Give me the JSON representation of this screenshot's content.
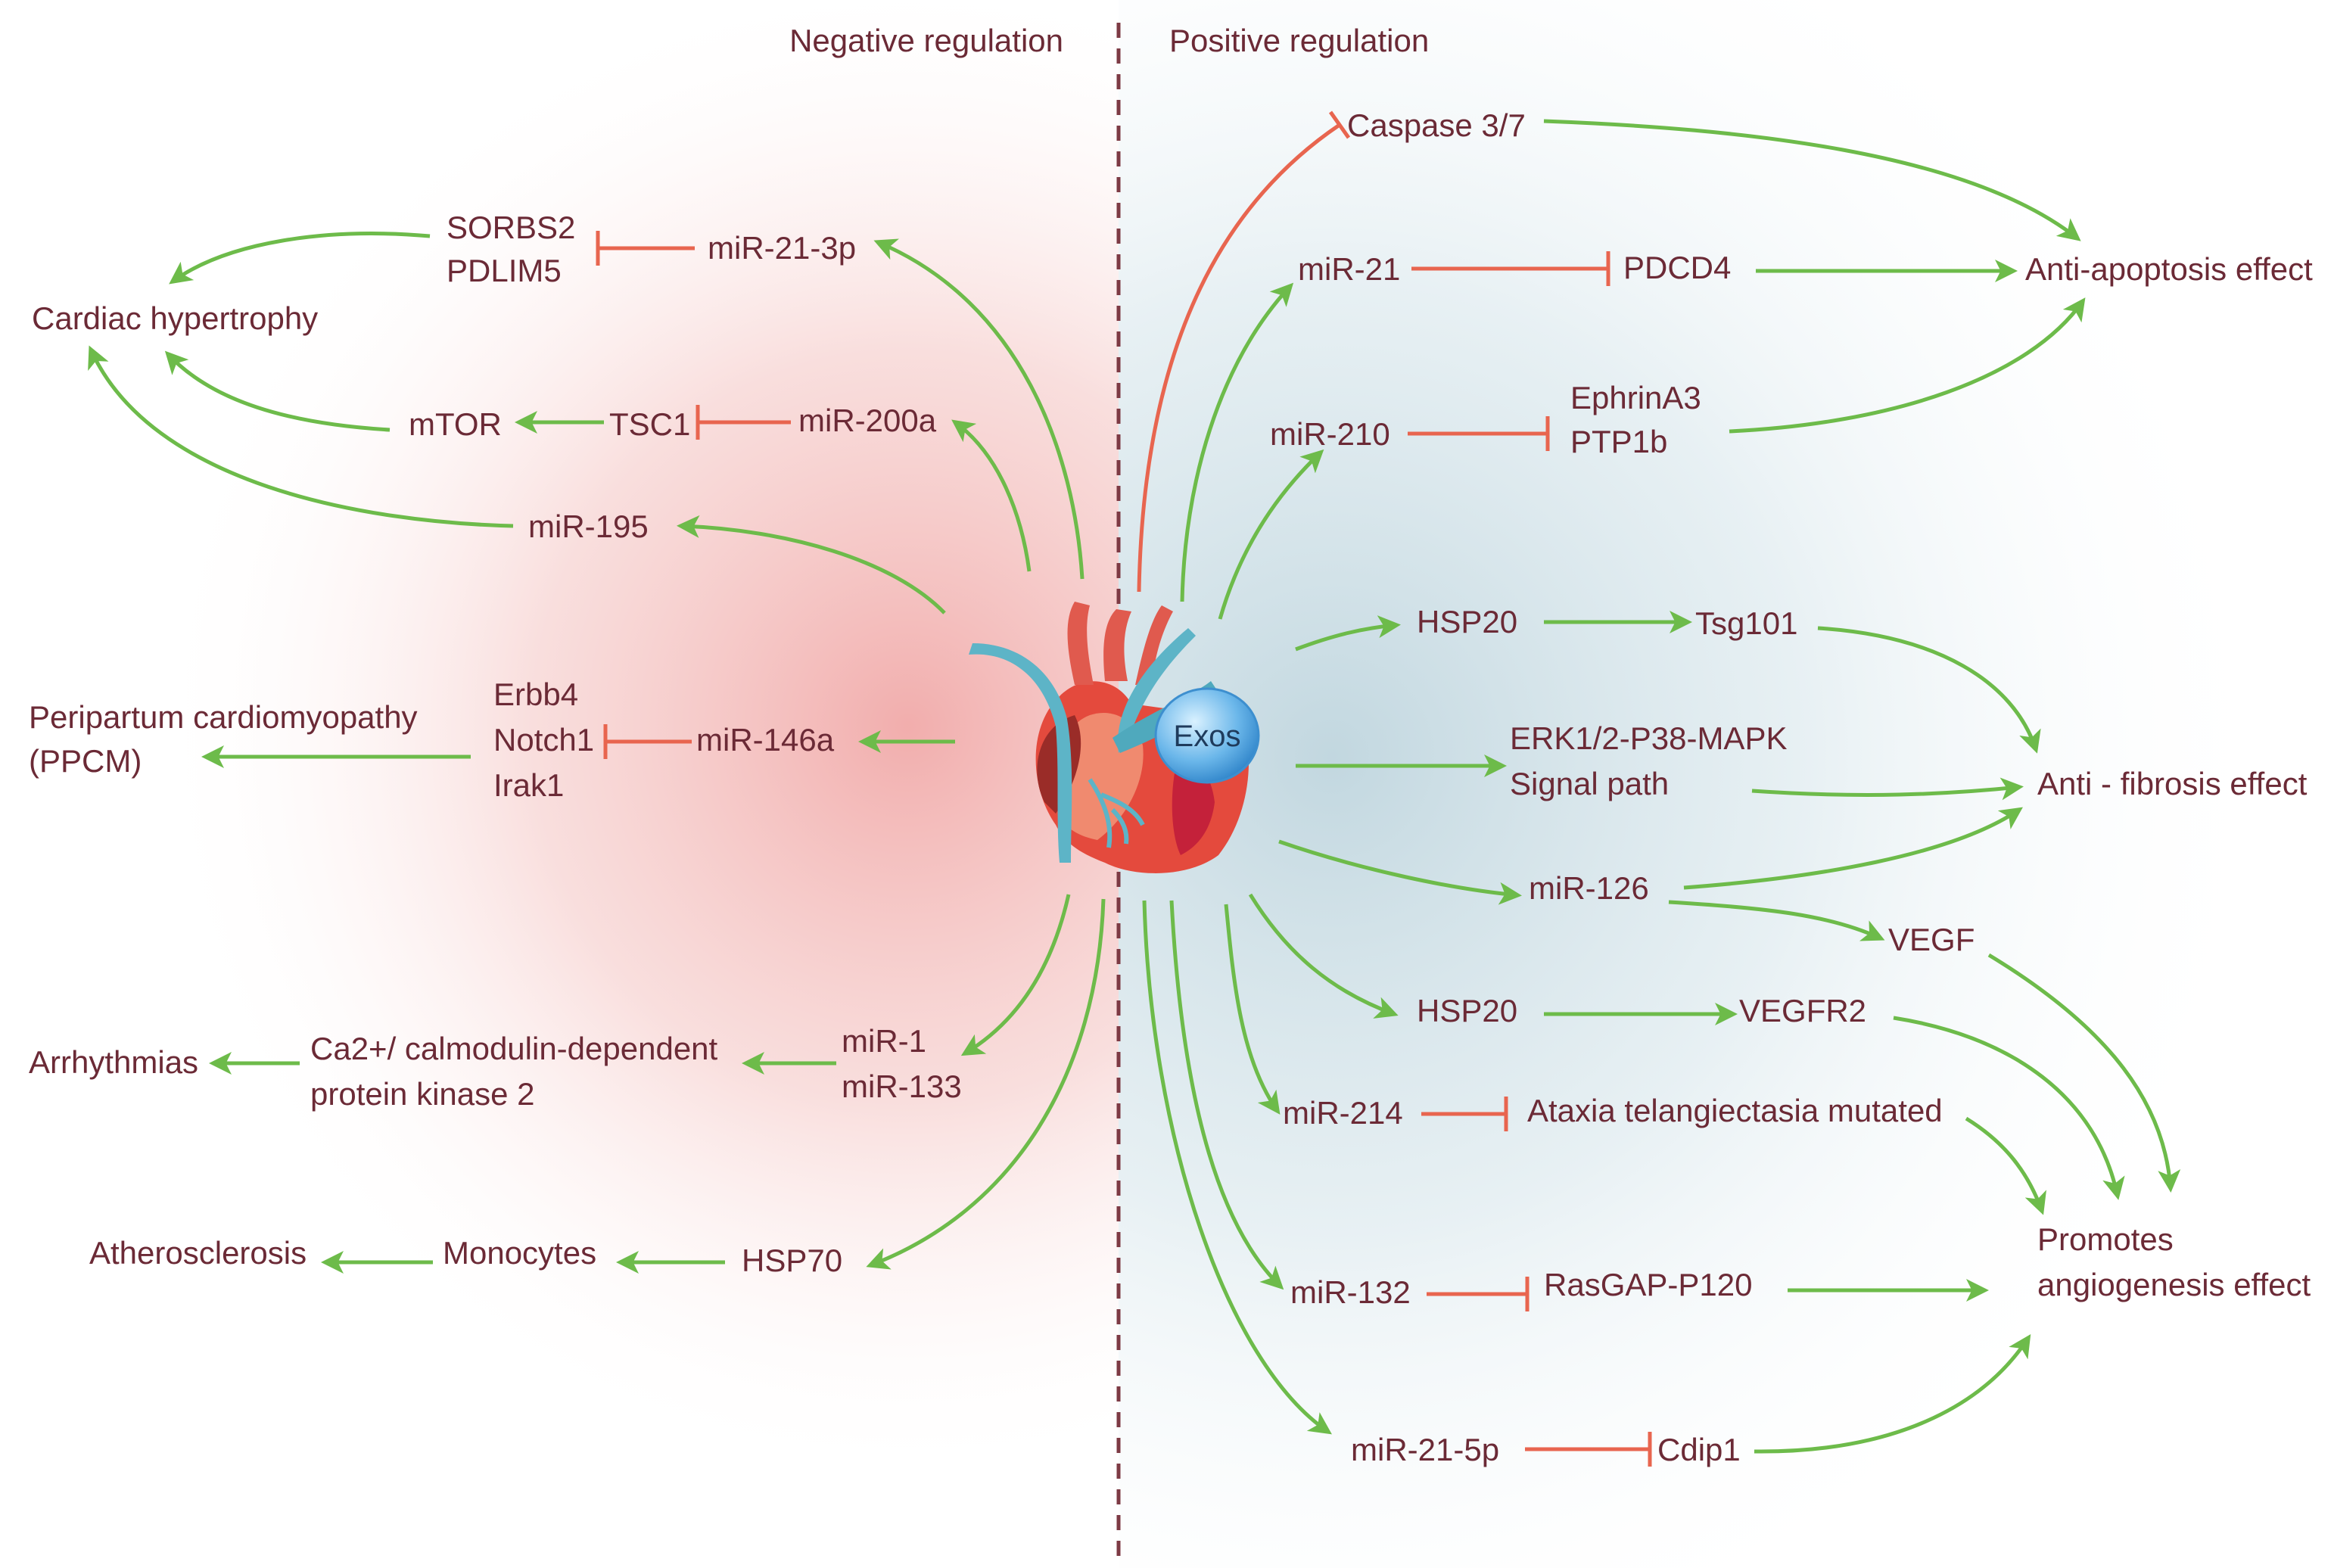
{
  "headers": {
    "negative": "Negative regulation",
    "positive": "Positive regulation"
  },
  "center": {
    "exos_label": "Exos",
    "heart_icon": "heart-icon"
  },
  "negative": {
    "outcomes": {
      "cardiac_hypertrophy": "Cardiac hypertrophy",
      "ppcm_line1": "Peripartum cardiomyopathy",
      "ppcm_line2": "(PPCM)",
      "arrhythmias": "Arrhythmias",
      "atherosclerosis": "Atherosclerosis"
    },
    "nodes": {
      "sorbs2": "SORBS2",
      "pdlim5": "PDLIM5",
      "mir21_3p": "miR-21-3p",
      "mtor": "mTOR",
      "tsc1": "TSC1",
      "mir200a": "miR-200a",
      "mir195": "miR-195",
      "erbb4": "Erbb4",
      "notch1": "Notch1",
      "irak1": "Irak1",
      "mir146a": "miR-146a",
      "camk_line1": "Ca2+/ calmodulin-dependent",
      "camk_line2": "protein kinase 2",
      "mir1": "miR-1",
      "mir133": "miR-133",
      "monocytes": "Monocytes",
      "hsp70": "HSP70"
    }
  },
  "positive": {
    "outcomes": {
      "anti_apoptosis": "Anti-apoptosis effect",
      "anti_fibrosis": "Anti - fibrosis effect",
      "angio_line1": "Promotes",
      "angio_line2": "angiogenesis effect"
    },
    "nodes": {
      "caspase": "Caspase 3/7",
      "mir21": "miR-21",
      "pdcd4": "PDCD4",
      "mir210": "miR-210",
      "ephrina3": "EphrinA3",
      "ptp1b": "PTP1b",
      "hsp20_a": "HSP20",
      "tsg101": "Tsg101",
      "erk_line1": "ERK1/2-P38-MAPK",
      "erk_line2": "Signal path",
      "mir126": "miR-126",
      "vegf": "VEGF",
      "hsp20_b": "HSP20",
      "vegfr2": "VEGFR2",
      "mir214": "miR-214",
      "atm": "Ataxia telangiectasia mutated",
      "mir132": "miR-132",
      "rasgap": "RasGAP-P120",
      "mir21_5p": "miR-21-5p",
      "cdip1": "Cdip1"
    }
  },
  "colors": {
    "activation_arrow": "#6dbb4a",
    "inhibition_arrow": "#e8654f",
    "label_text": "#6b2a36",
    "negative_glow": "#f0b5b2",
    "positive_glow": "#bcd6e0"
  }
}
